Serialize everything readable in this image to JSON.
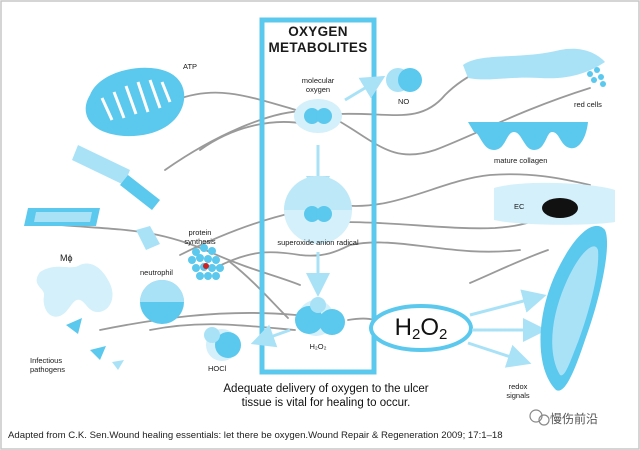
{
  "diagram": {
    "title_line1": "OXYGEN",
    "title_line2": "METABOLITES",
    "nodes": {
      "molecular_oxygen_line1": "molecular",
      "molecular_oxygen_line2": "oxygen",
      "superoxide": "superoxide anion radical",
      "h2o2_small": "H₂O₂",
      "no": "NO",
      "atp": "ATP",
      "red_cells": "red cells",
      "mature_collagen": "mature collagen",
      "ec": "EC",
      "protein_synthesis_line1": "protein",
      "protein_synthesis_line2": "synthesis",
      "neutrophil": "neutrophil",
      "macrophage": "Mϕ",
      "hocl": "HOCl",
      "infectious_line1": "Infectious",
      "infectious_line2": "pathogens",
      "redox_line1": "redox",
      "redox_line2": "signals"
    },
    "h2o2_big": "H",
    "h2o2_big_sub1": "2",
    "h2o2_big_o": "O",
    "h2o2_big_sub2": "2",
    "note_line1": "Adequate delivery of oxygen to the ulcer",
    "note_line2": "tissue is vital for healing to occur.",
    "citation": "Adapted from C.K. Sen.Wound healing essentials: let there be oxygen.Wound Repair & Regeneration 2009; 17:1–18",
    "watermark": "慢伤前沿",
    "colors": {
      "accent": "#5bc8ee",
      "light": "#a9e2f7",
      "pale": "#d3f0fb",
      "line": "#9a9a9a",
      "frame": "#c7c7c7"
    }
  }
}
